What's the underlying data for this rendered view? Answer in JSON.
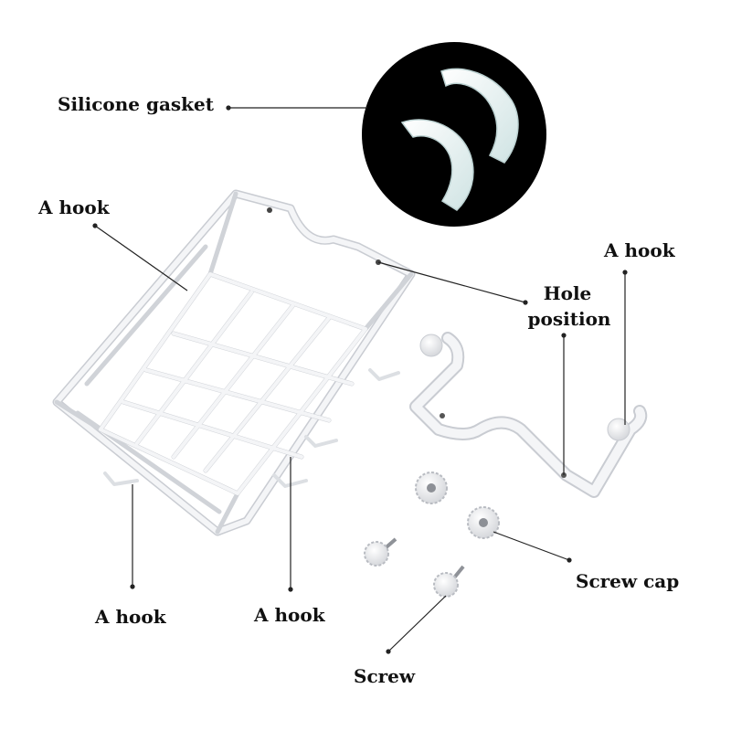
{
  "labels": {
    "silicone_gasket": "Silicone gasket",
    "hook_top_left": "A hook",
    "hook_top_right": "A hook",
    "hole_position_line1": "Hole",
    "hole_position_line2": "position",
    "hook_bottom_left": "A hook",
    "hook_bottom_middle": "A hook",
    "screw_cap": "Screw cap",
    "screw": "Screw"
  },
  "colors": {
    "background": "#ffffff",
    "text": "#111111",
    "leader_line": "#222222",
    "gasket_backdrop": "#000000",
    "metal_white": "#f4f5f7",
    "metal_edge": "#c9ccd2",
    "gasket": "#e9f4f4"
  }
}
